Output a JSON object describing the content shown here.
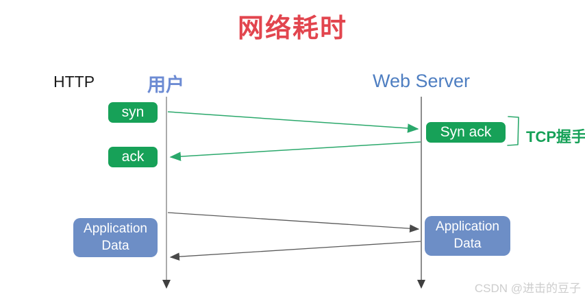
{
  "title": "网络耗时",
  "labels": {
    "protocol": "HTTP",
    "client": "用户",
    "server": "Web Server"
  },
  "messages": {
    "syn": "syn",
    "syn_ack": "Syn ack",
    "ack": "ack",
    "tcp_handshake": "TCP握手",
    "app_data_line1": "Application",
    "app_data_line2": "Data"
  },
  "watermark": "CSDN @进击的豆子",
  "colors": {
    "title_red": "#e2454e",
    "handshake_box_green": "#17a158",
    "arrow_green": "#2aa86b",
    "client_label_blue": "#6c8bd3",
    "server_label_blue": "#4e7ec1",
    "data_box_blue": "#6d8ec6",
    "client_lifeline_gray": "#ababab",
    "server_lifeline_gray": "#8c8c8c",
    "data_arrow_gray": "#5a5a5a",
    "lifeline_arrowhead_dark": "#3f3f3f",
    "watermark_gray": "#cdcdcd"
  }
}
